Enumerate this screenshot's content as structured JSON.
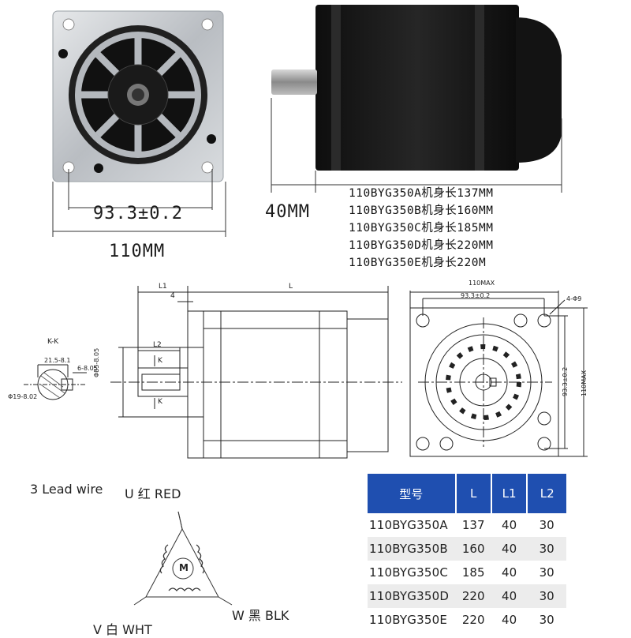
{
  "photo": {
    "dim_holes": "93.3±0.2",
    "dim_flange": "110MM",
    "dim_shaft": "40MM",
    "model_lengths": [
      "110BYG350A机身长137MM",
      "110BYG350B机身长160MM",
      "110BYG350C机身长185MM",
      "110BYG350D机身长220MM",
      "110BYG350E机身长220M"
    ]
  },
  "drawing": {
    "L1": "L1",
    "L": "L",
    "L2": "L2",
    "dim_4": "4",
    "K_upper": "K",
    "K_lower": "K",
    "section": "K-K",
    "key_width": "21.5-8.1",
    "key_depth": "6-8.05",
    "shaft_dia": "Φ19-8.02",
    "pilot_dia": "Φ85-8.05",
    "max_top": "110MAX",
    "holes_top": "93.3±0.2",
    "holes_side": "93.3±0.2",
    "max_side": "110MAX",
    "hole_callout": "4-Φ9"
  },
  "wiring": {
    "title": "3 Lead wire",
    "u": "U 红 RED",
    "v": "V 白 WHT",
    "w": "W 黑  BLK",
    "motor": "M"
  },
  "table": {
    "headers": [
      "型号",
      "L",
      "L1",
      "L2"
    ],
    "rows": [
      [
        "110BYG350A",
        "137",
        "40",
        "30"
      ],
      [
        "110BYG350B",
        "160",
        "40",
        "30"
      ],
      [
        "110BYG350C",
        "185",
        "40",
        "30"
      ],
      [
        "110BYG350D",
        "220",
        "40",
        "30"
      ],
      [
        "110BYG350E",
        "220",
        "40",
        "30"
      ]
    ]
  },
  "colors": {
    "table_header": "#1f4fb0",
    "motor_body": "#141414",
    "flange_metal": "#c9ccd0"
  }
}
